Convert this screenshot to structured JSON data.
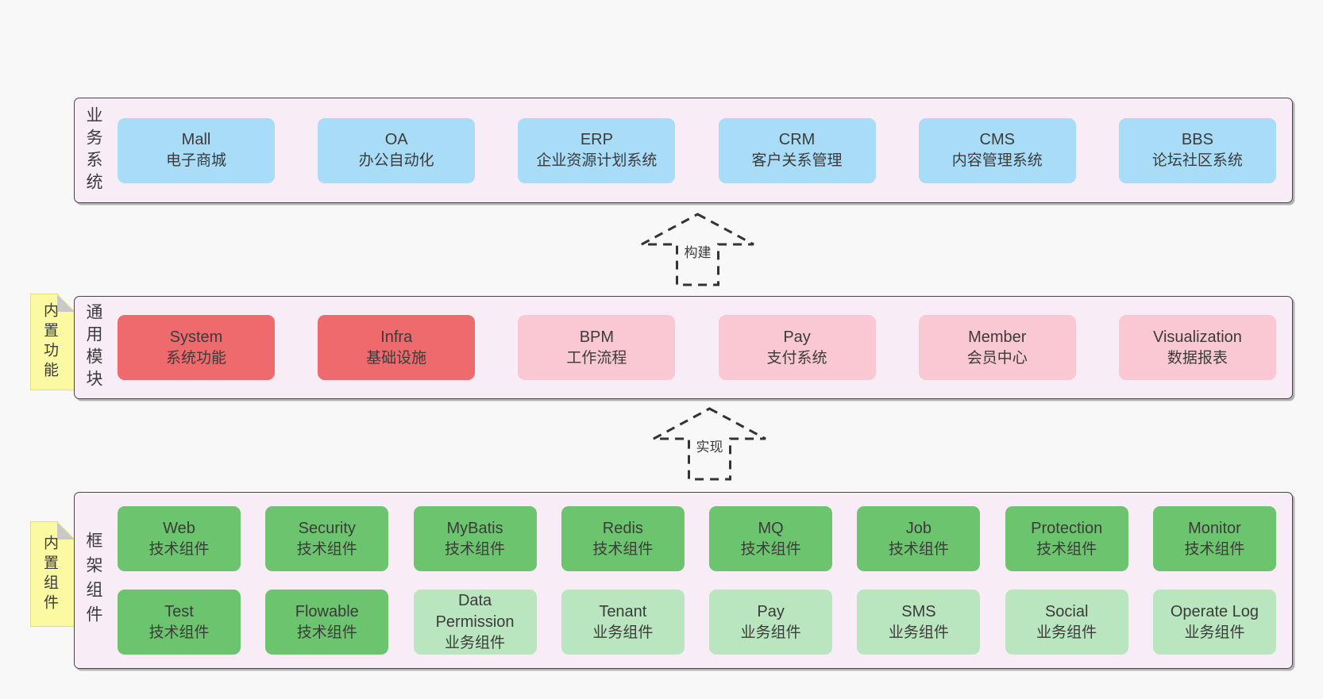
{
  "diagram": {
    "arrows": [
      {
        "label": "构建"
      },
      {
        "label": "实现"
      }
    ],
    "notes": [
      {
        "label": "内置功能"
      },
      {
        "label": "内置组件"
      }
    ],
    "sections": [
      {
        "side_label": "业务系统",
        "boxes": [
          {
            "title": "Mall",
            "subtitle": "电子商城"
          },
          {
            "title": "OA",
            "subtitle": "办公自动化"
          },
          {
            "title": "ERP",
            "subtitle": "企业资源计划系统"
          },
          {
            "title": "CRM",
            "subtitle": "客户关系管理"
          },
          {
            "title": "CMS",
            "subtitle": "内容管理系统"
          },
          {
            "title": "BBS",
            "subtitle": "论坛社区系统"
          }
        ]
      },
      {
        "side_label": "通用模块",
        "boxes": [
          {
            "title": "System",
            "subtitle": "系统功能"
          },
          {
            "title": "Infra",
            "subtitle": "基础设施"
          },
          {
            "title": "BPM",
            "subtitle": "工作流程"
          },
          {
            "title": "Pay",
            "subtitle": "支付系统"
          },
          {
            "title": "Member",
            "subtitle": "会员中心"
          },
          {
            "title": "Visualization",
            "subtitle": "数据报表"
          }
        ]
      },
      {
        "side_label": "框架组件",
        "rows": [
          [
            {
              "title": "Web",
              "subtitle": "技术组件"
            },
            {
              "title": "Security",
              "subtitle": "技术组件"
            },
            {
              "title": "MyBatis",
              "subtitle": "技术组件"
            },
            {
              "title": "Redis",
              "subtitle": "技术组件"
            },
            {
              "title": "MQ",
              "subtitle": "技术组件"
            },
            {
              "title": "Job",
              "subtitle": "技术组件"
            },
            {
              "title": "Protection",
              "subtitle": "技术组件"
            },
            {
              "title": "Monitor",
              "subtitle": "技术组件"
            }
          ],
          [
            {
              "title": "Test",
              "subtitle": "技术组件"
            },
            {
              "title": "Flowable",
              "subtitle": "技术组件"
            },
            {
              "title": "Data Permission",
              "subtitle": "业务组件"
            },
            {
              "title": "Tenant",
              "subtitle": "业务组件"
            },
            {
              "title": "Pay",
              "subtitle": "业务组件"
            },
            {
              "title": "SMS",
              "subtitle": "业务组件"
            },
            {
              "title": "Social",
              "subtitle": "业务组件"
            },
            {
              "title": "Operate Log",
              "subtitle": "业务组件"
            }
          ]
        ]
      }
    ],
    "colors": {
      "background": "#f8f8f8",
      "panel_bg": "#f8edf7",
      "panel_border": "#474747",
      "blue_box": "#a9dcf7",
      "red_box": "#ee6a6d",
      "pink_box": "#fac8d2",
      "green_box": "#6dc46e",
      "green_light_box": "#b9e6be",
      "note_bg": "#fbf9a2",
      "note_fold": "#c9c9c9",
      "text": "#3b3b3b"
    }
  }
}
